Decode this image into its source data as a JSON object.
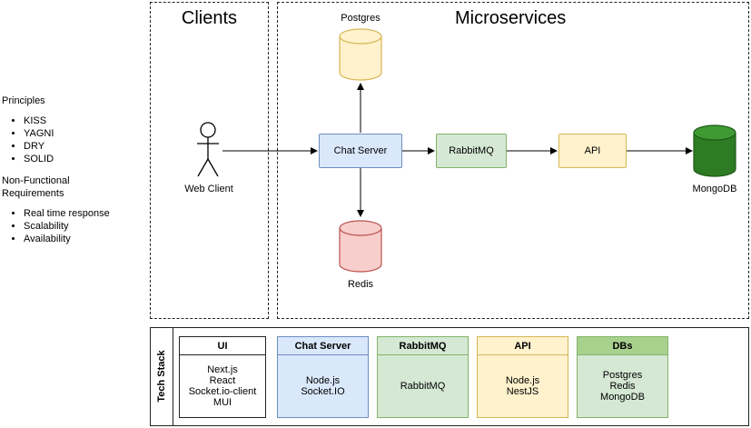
{
  "principles": {
    "heading": "Principles",
    "items": [
      "KISS",
      "YAGNI",
      "DRY",
      "SOLID"
    ]
  },
  "nfr": {
    "heading": "Non-Functional Requirements",
    "items": [
      "Real time response",
      "Scalability",
      "Availability"
    ]
  },
  "clients": {
    "title": "Clients",
    "web_client": "Web Client"
  },
  "microservices": {
    "title": "Microservices",
    "postgres": "Postgres",
    "chat_server": "Chat Server",
    "rabbitmq": "RabbitMQ",
    "api": "API",
    "mongodb": "MongoDB",
    "redis": "Redis"
  },
  "tech_stack": {
    "label": "Tech Stack",
    "cards": [
      {
        "header": "UI",
        "items": [
          "Next.js",
          "React",
          "Socket.io-client",
          "MUI"
        ],
        "color": "#000000"
      },
      {
        "header": "Chat Server",
        "items": [
          "Node.js",
          "Socket.IO"
        ],
        "color": "#6c8ebf"
      },
      {
        "header": "RabbitMQ",
        "items": [
          "RabbitMQ"
        ],
        "color": "#82b366"
      },
      {
        "header": "API",
        "items": [
          "Node.js",
          "NestJS"
        ],
        "color": "#d6b656"
      },
      {
        "header": "DBs",
        "items": [
          "Postgres",
          "Redis",
          "MongoDB"
        ],
        "color": "#82b366"
      }
    ]
  },
  "colors": {
    "blue_fill": "#dae8fc",
    "blue_stroke": "#6c8ebf",
    "green_fill": "#d5e8d4",
    "green_stroke": "#82b366",
    "yellow_fill": "#fff2cc",
    "yellow_stroke": "#d6b656",
    "red_fill": "#f8cecc",
    "red_stroke": "#b85450",
    "mongo_fill": "#2d7b22"
  }
}
